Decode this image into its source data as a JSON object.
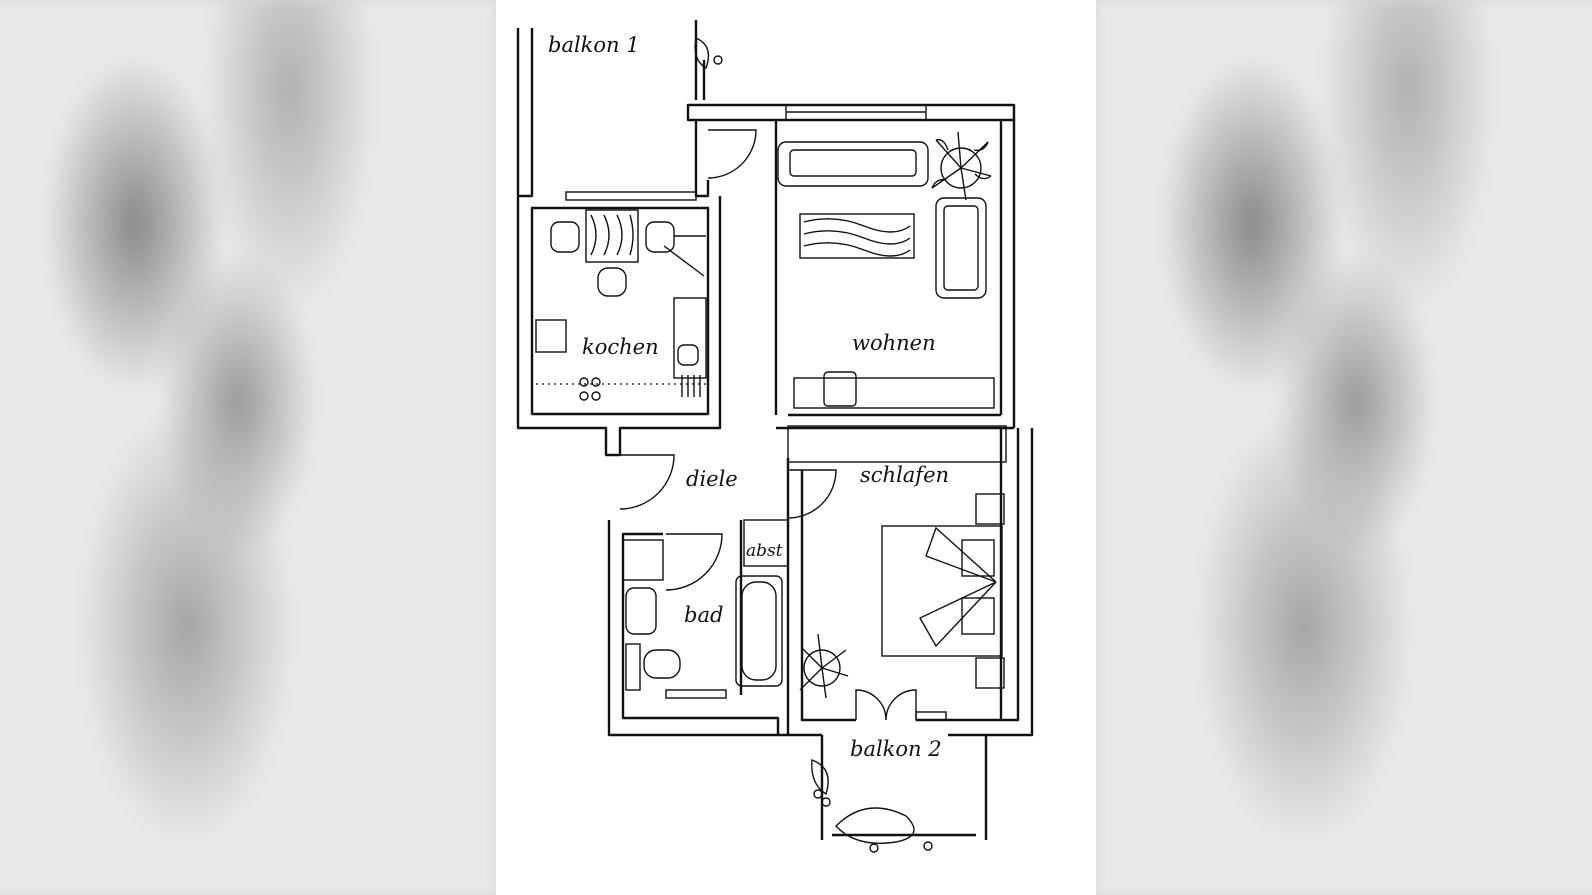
{
  "floorplan": {
    "rooms": {
      "balcony_1": "balkon 1",
      "kitchen": "kochen",
      "living": "wohnen",
      "hall": "diele",
      "bedroom": "schlafen",
      "storage": "abst",
      "bath": "bad",
      "balcony_2": "balkon 2"
    }
  }
}
